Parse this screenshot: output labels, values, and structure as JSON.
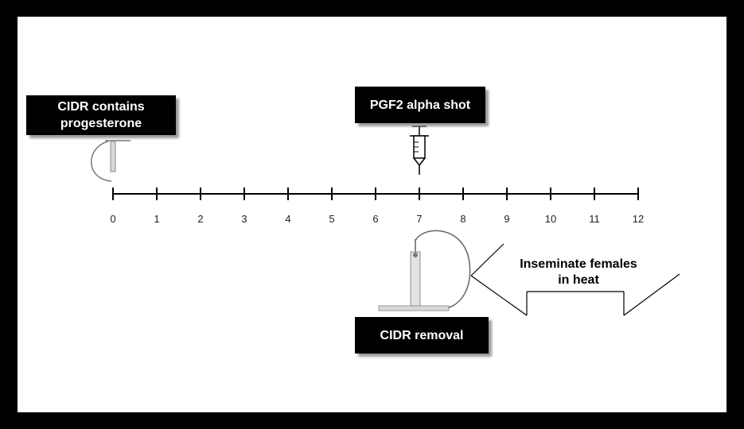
{
  "labels": {
    "cidr_insert": "CIDR contains progesterone",
    "cidr_insert_line1": "CIDR contains",
    "cidr_insert_line2": "progesterone",
    "pgf2": "PGF2 alpha shot",
    "cidr_removal": "CIDR removal",
    "inseminate_line1": "Inseminate females",
    "inseminate_line2": "in heat"
  },
  "timeline": {
    "ticks": [
      "0",
      "1",
      "2",
      "3",
      "4",
      "5",
      "6",
      "7",
      "8",
      "9",
      "10",
      "11",
      "12"
    ]
  },
  "icons": {
    "syringe": "syringe-icon",
    "cidr_small": "cidr-device-icon",
    "cidr_large": "cidr-device-icon"
  },
  "colors": {
    "frame": "#000000",
    "panel": "#ffffff",
    "box": "#000000",
    "box_text": "#ffffff"
  }
}
